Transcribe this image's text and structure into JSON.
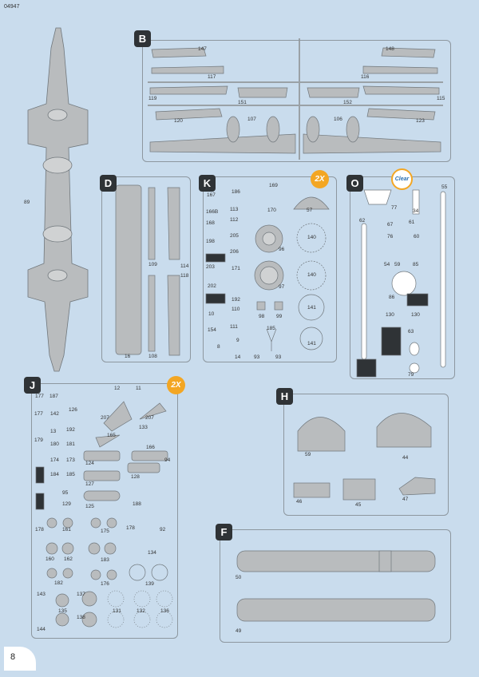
{
  "page": {
    "article_number": "04947",
    "page_number": "8"
  },
  "frames": {
    "b": "B",
    "d": "D",
    "k": "K",
    "o": "O",
    "j": "J",
    "h": "H",
    "f": "F"
  },
  "badges": {
    "k_qty": "2X",
    "j_qty": "2X",
    "o_material": "Clear"
  },
  "parts": {
    "p89": "89",
    "p147": "147",
    "p148": "148",
    "p117": "117",
    "p116": "116",
    "p119": "119",
    "p151": "151",
    "p152": "152",
    "p115": "115",
    "p120": "120",
    "p107": "107",
    "p106": "106",
    "p123": "123",
    "p109": "109",
    "p114": "114",
    "p118": "118",
    "p16": "16",
    "p108": "108",
    "p167": "167",
    "p186": "186",
    "p169": "169",
    "p170": "170",
    "p57": "57",
    "p166b": "166B",
    "p113": "113",
    "p168": "168",
    "p112": "112",
    "p205": "205",
    "p198": "198",
    "p96": "96",
    "p140a": "140",
    "p206": "206",
    "p203": "203",
    "p171": "171",
    "p202": "202",
    "p97": "97",
    "p140b": "140",
    "p192": "192",
    "p110": "110",
    "p10": "10",
    "p98": "98",
    "p99": "99",
    "p141a": "141",
    "p111": "111",
    "p185": "185",
    "p154": "154",
    "p9": "9",
    "p8": "8",
    "p141b": "141",
    "p93a": "93",
    "p93b": "93",
    "p14": "14",
    "p55": "55",
    "p77": "77",
    "p34": "34",
    "p62": "62",
    "p67": "67",
    "p61": "61",
    "p76": "76",
    "p60": "60",
    "p54": "54",
    "p59o": "59",
    "p85": "85",
    "p86": "86",
    "p130a": "130",
    "p130b": "130",
    "p63": "63",
    "p79": "79",
    "p12": "12",
    "p11": "11",
    "p187": "187",
    "p177a": "177",
    "p142": "142",
    "p126": "126",
    "p177b": "177",
    "p207a": "207",
    "p207b": "207",
    "p13": "13",
    "p192j": "192",
    "p133": "133",
    "p165": "165",
    "p179": "179",
    "p180": "180",
    "p181": "181",
    "p166": "166",
    "p174": "174",
    "p173": "173",
    "p124": "124",
    "p94": "94",
    "p184": "184",
    "p185j": "185",
    "p128": "128",
    "p127": "127",
    "p95": "95",
    "p129": "129",
    "p188": "188",
    "p125": "125",
    "p178a": "178",
    "p161": "161",
    "p175": "175",
    "p178b": "178",
    "p92": "92",
    "p134": "134",
    "p160": "160",
    "p162": "162",
    "p183": "183",
    "p182": "182",
    "p176": "176",
    "p139": "139",
    "p143": "143",
    "p137": "137",
    "p135": "135",
    "p131": "131",
    "p132": "132",
    "p136": "136",
    "p138": "138",
    "p144": "144",
    "p59": "59",
    "p44": "44",
    "p46": "46",
    "p45": "45",
    "p47": "47",
    "p50": "50",
    "p49": "49"
  }
}
